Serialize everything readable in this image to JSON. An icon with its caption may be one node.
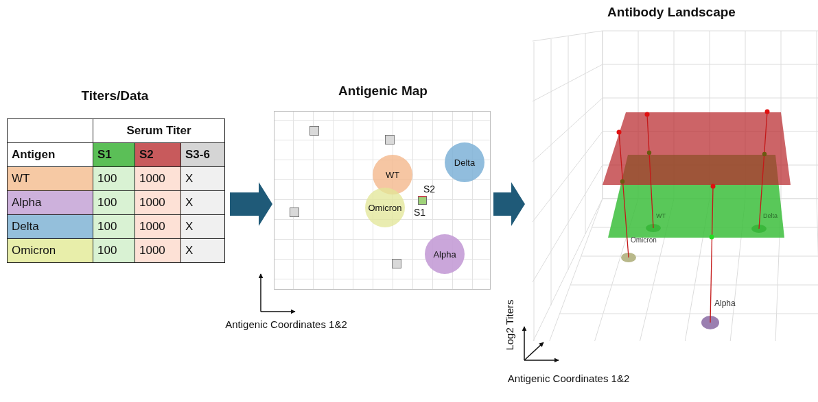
{
  "diagram": {
    "nodes": [
      {
        "text": [
          "Titers/Data"
        ]
      },
      {
        "text": [
          "Antigenic Map"
        ]
      },
      {
        "text": [
          "Delta"
        ],
        "in": 1
      },
      {
        "text": [
          "WT"
        ],
        "in": 1
      },
      {
        "text": [
          "Omicron"
        ],
        "in": 1
      },
      {
        "text": [
          "Alpha"
        ],
        "in": 1
      },
      {
        "text": [],
        "shape": "box",
        "beside": [
          "S2",
          "S1"
        ],
        "in": 1
      },
      {
        "text": [],
        "shape": "box",
        "in": 1
      },
      {
        "text": [],
        "shape": "box",
        "in": 1
      },
      {
        "text": [],
        "shape": "box",
        "in": 1
      },
      {
        "text": [],
        "shape": "box",
        "in": 1
      },
      {
        "text": [
          "Antibody Landscape"
        ]
      }
    ],
    "edges": [
      {
        "from": 0,
        "to": 1,
        "arrow": "to"
      },
      {
        "from": 1,
        "to": 11,
        "arrow": "to"
      }
    ],
    "labels": [
      "Serum Titer",
      "Antigen",
      "S1",
      "S2",
      "S3-6",
      "WT",
      "100",
      "1000",
      "X",
      "Alpha",
      "100",
      "1000",
      "X",
      "Delta",
      "100",
      "1000",
      "X",
      "Omicron",
      "100",
      "1000",
      "X",
      "Antigenic Coordinates 1&2",
      "WT",
      "Delta",
      "Omicron",
      "Alpha",
      "Log2 Titers",
      "Antigenic Coordinates 1&2"
    ]
  }
}
